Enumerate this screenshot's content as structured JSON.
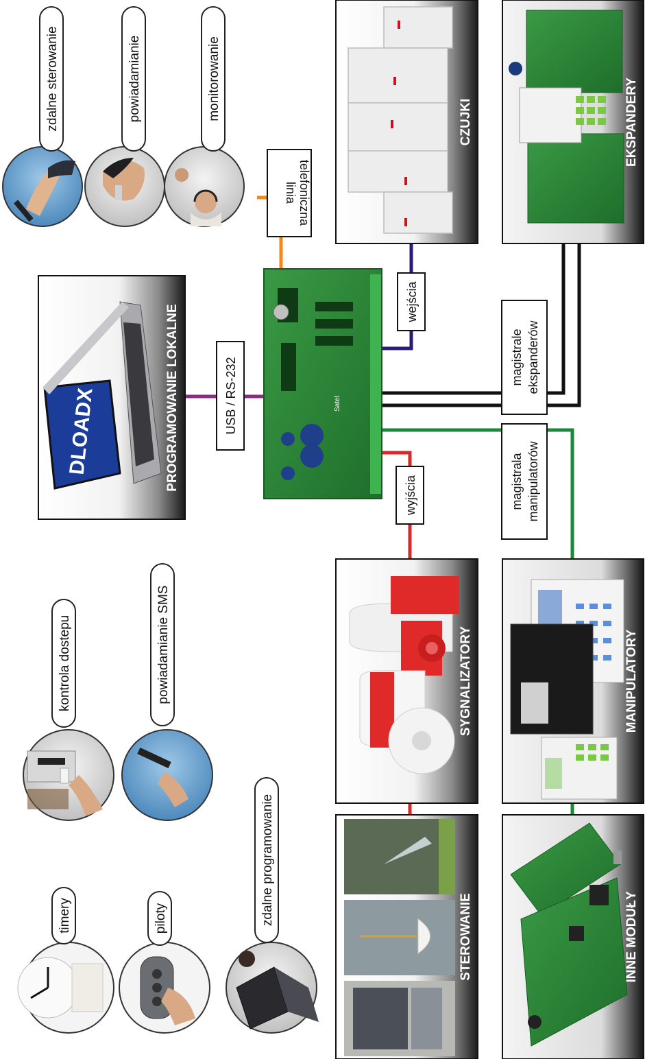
{
  "colors": {
    "telephone_line": "#f08a1c",
    "usb_line": "#8a2a8a",
    "inputs_line": "#2a1a7a",
    "outputs_line": "#d42a2a",
    "keypad_bus": "#1a8a3a",
    "expander_bus": "#111111",
    "board_green": "#2e8b3a"
  },
  "board": {
    "brand": "Satel"
  },
  "left_features": {
    "top_row": [
      {
        "label": "zdalne sterowanie",
        "icon": "hand-remote-icon"
      },
      {
        "label": "powiadamianie",
        "icon": "phone-call-icon"
      },
      {
        "label": "monitorowanie",
        "icon": "headset-operators-icon"
      }
    ],
    "bottom_row_1": [
      {
        "label": "kontrola dostepu",
        "icon": "card-reader-icon"
      },
      {
        "label": "powiadamianie SMS",
        "icon": "mobile-phone-icon"
      }
    ],
    "bottom_row_2": [
      {
        "label": "timery",
        "icon": "clock-calendar-icon"
      },
      {
        "label": "piloty",
        "icon": "key-fob-icon"
      },
      {
        "label": "zdalne programowanie",
        "icon": "laptop-remote-icon"
      }
    ]
  },
  "laptop": {
    "screen_text": "DLOADX"
  },
  "boxes": {
    "programming": "PROGRAMOWANIE LOKALNE",
    "detectors": "CZUJKI",
    "expanders": "EKSPANDERY",
    "sirens": "SYGNALIZATORY",
    "keypads": "MANIPULATORY",
    "control": "STEROWANIE",
    "other_modules": "INNE MODUŁY"
  },
  "connections": {
    "telephone_line": [
      "linia",
      "telefoniczna"
    ],
    "usb": "USB / RS-232",
    "inputs": "wejścia",
    "outputs": "wyjścia",
    "expander_bus": [
      "magistrale",
      "ekspanderów"
    ],
    "keypad_bus": [
      "magistrala",
      "manipulatorów"
    ]
  }
}
